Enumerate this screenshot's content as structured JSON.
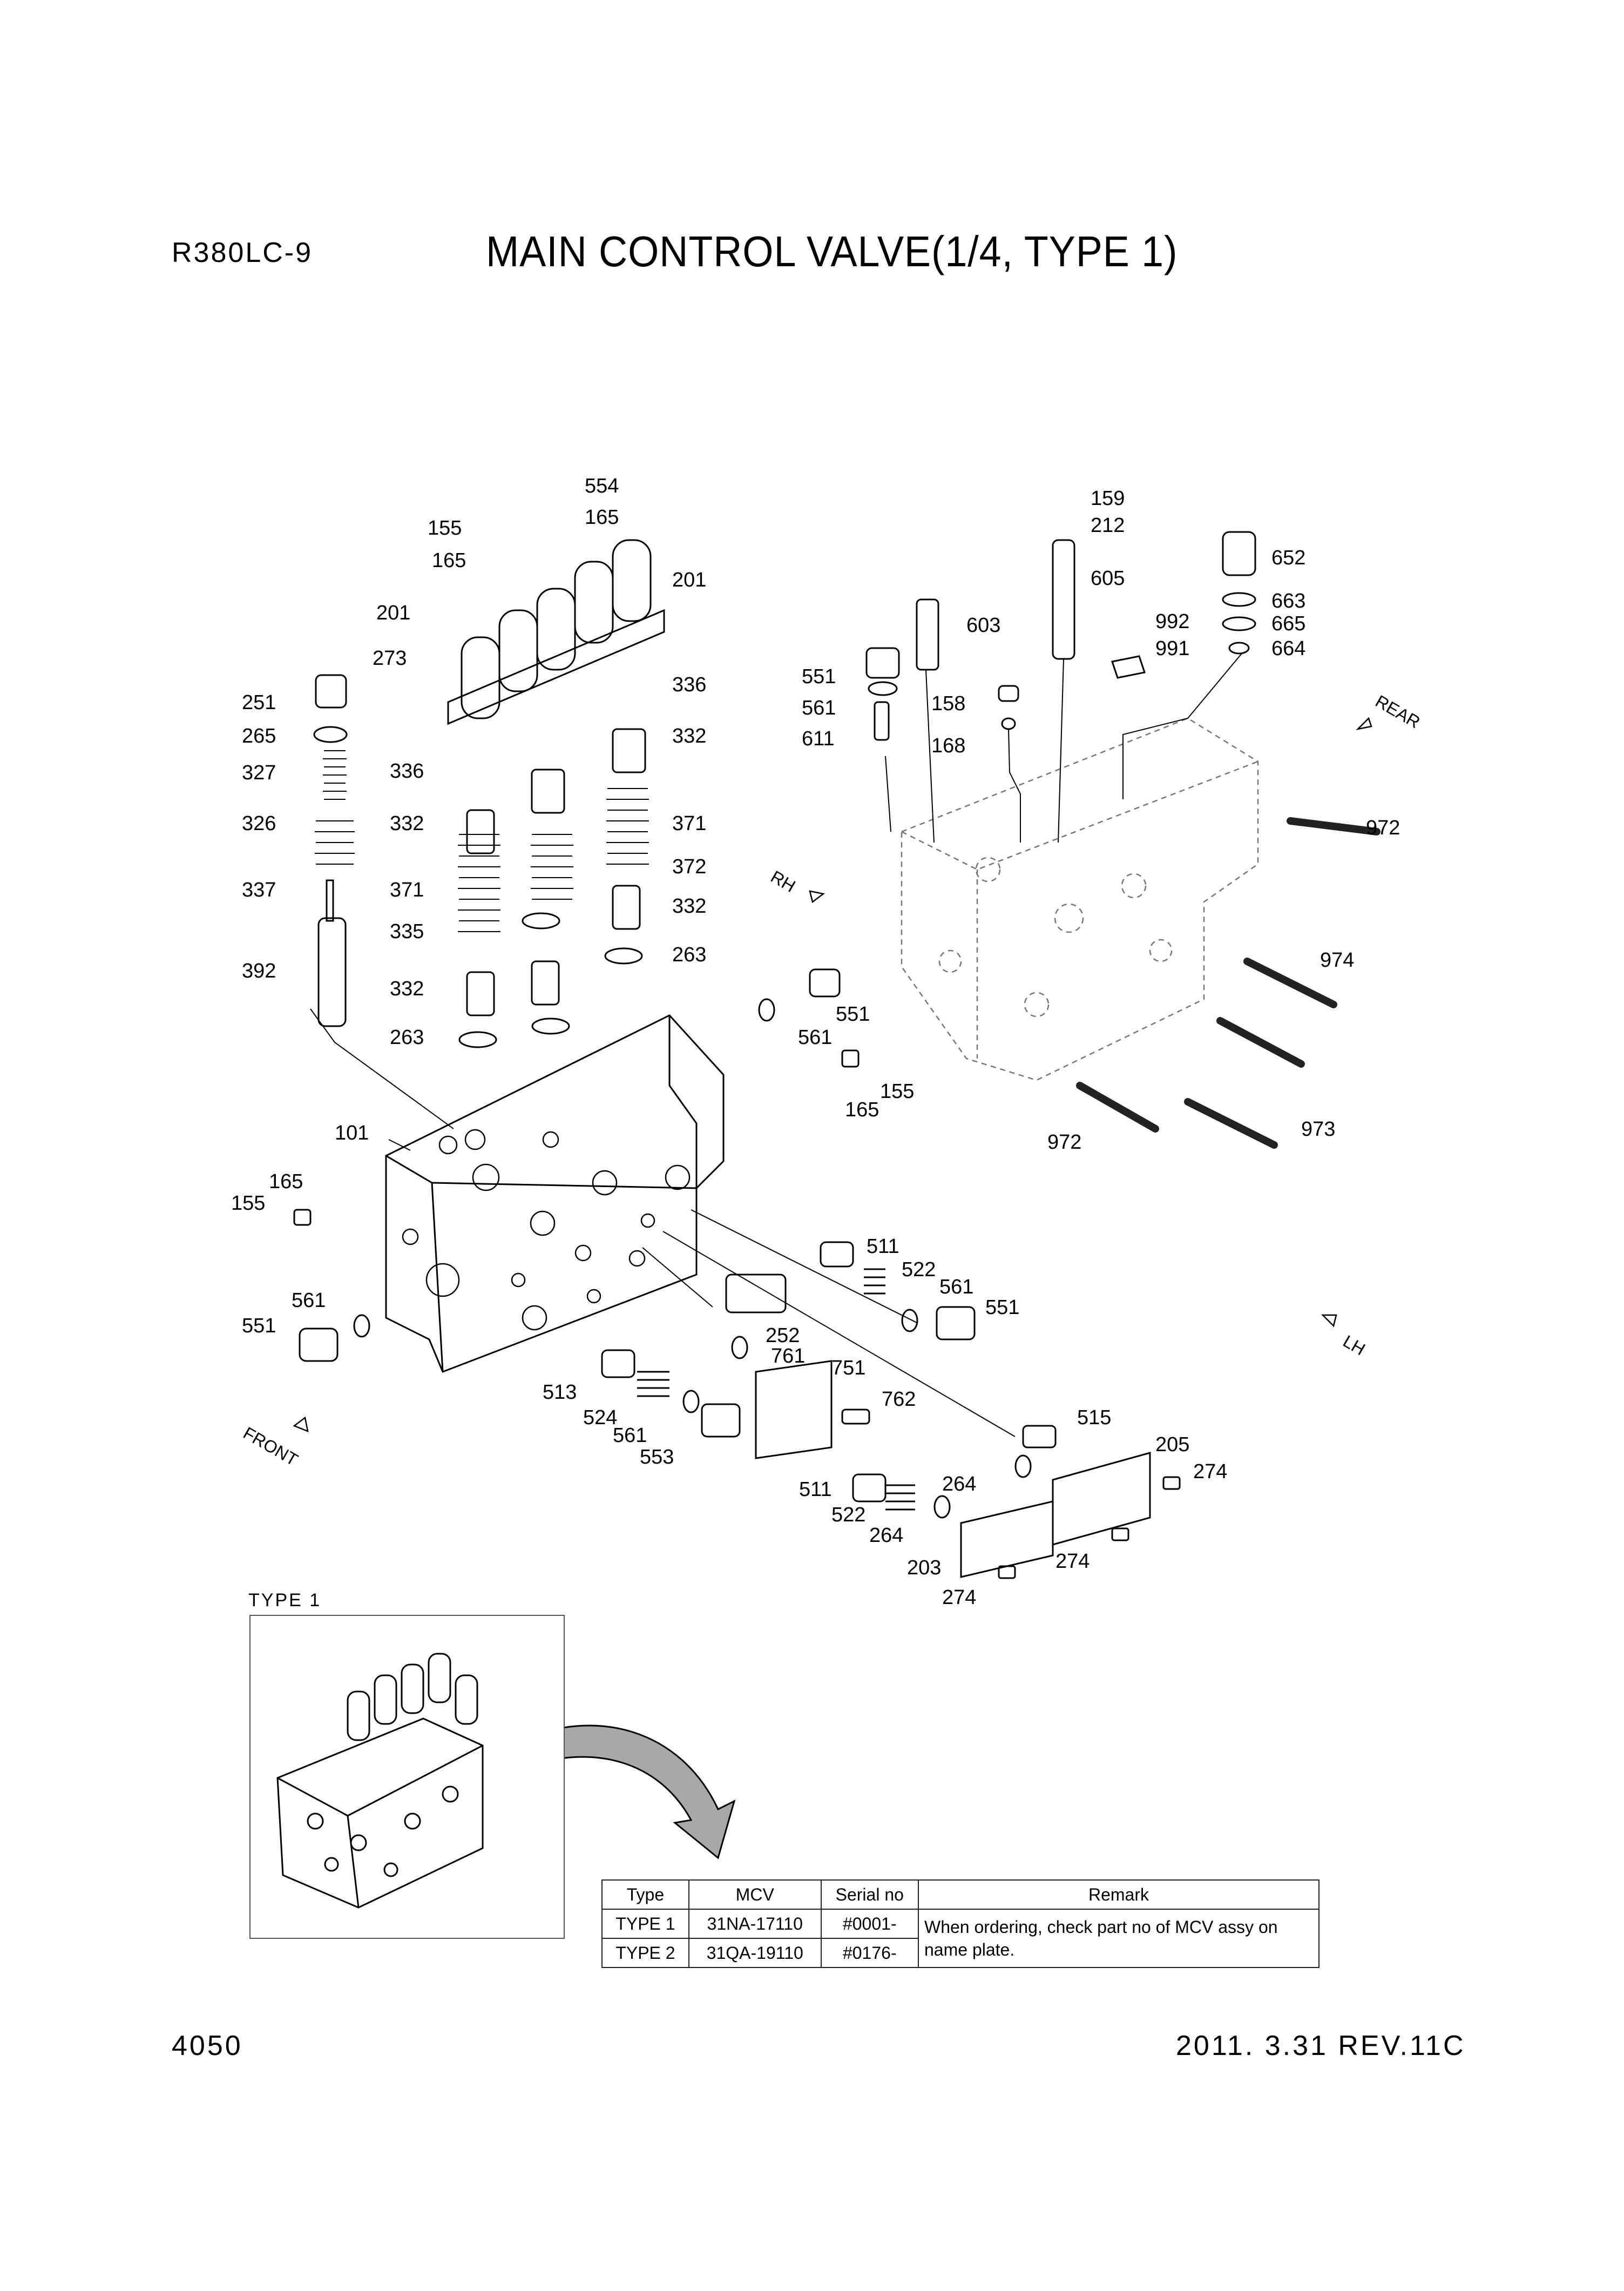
{
  "header": {
    "model": "R380LC-9",
    "title": "MAIN CONTROL VALVE(1/4, TYPE 1)"
  },
  "footer": {
    "page": "4050",
    "date_rev": "2011. 3.31  REV.11C"
  },
  "directions": {
    "rear": "REAR",
    "rh": "RH",
    "lh": "LH",
    "front": "FRONT"
  },
  "part_labels": {
    "p554": "554",
    "p165a": "165",
    "p155a": "155",
    "p165b": "165",
    "p201a": "201",
    "p201b": "201",
    "p273": "273",
    "p251": "251",
    "p336a": "336",
    "p265": "265",
    "p332a": "332",
    "p327": "327",
    "p336b": "336",
    "p326": "326",
    "p332b": "332",
    "p371a": "371",
    "p372": "372",
    "p337": "337",
    "p371b": "371",
    "p332c": "332",
    "p335": "335",
    "p263a": "263",
    "p392": "392",
    "p332d": "332",
    "p263b": "263",
    "p551a": "551",
    "p561a": "561",
    "p155b": "155",
    "p165c": "165",
    "p101": "101",
    "p165d": "165",
    "p155c": "155",
    "p561b": "561",
    "p551b": "551",
    "p511a": "511",
    "p522a": "522",
    "p561c": "561",
    "p551c": "551",
    "p252": "252",
    "p761": "761",
    "p751": "751",
    "p762": "762",
    "p513": "513",
    "p524": "524",
    "p561d": "561",
    "p553": "553",
    "p515": "515",
    "p205": "205",
    "p274a": "274",
    "p264a": "264",
    "p511b": "511",
    "p522b": "522",
    "p264b": "264",
    "p203": "203",
    "p274b": "274",
    "p274c": "274",
    "p159": "159",
    "p212": "212",
    "p605": "605",
    "p652": "652",
    "p663": "663",
    "p665": "665",
    "p664": "664",
    "p992": "992",
    "p991": "991",
    "p603": "603",
    "p551d": "551",
    "p561e": "561",
    "p611": "611",
    "p158": "158",
    "p168": "168",
    "p972a": "972",
    "p974": "974",
    "p972b": "972",
    "p973": "973"
  },
  "inset": {
    "label": "TYPE 1"
  },
  "spec_table": {
    "headers": [
      "Type",
      "MCV",
      "Serial no",
      "Remark"
    ],
    "rows": [
      {
        "type": "TYPE 1",
        "mcv": "31NA-17110",
        "serial": "#0001-"
      },
      {
        "type": "TYPE 2",
        "mcv": "31QA-19110",
        "serial": "#0176-"
      }
    ],
    "remark": "When ordering, check part no of MCV assy on name plate."
  }
}
